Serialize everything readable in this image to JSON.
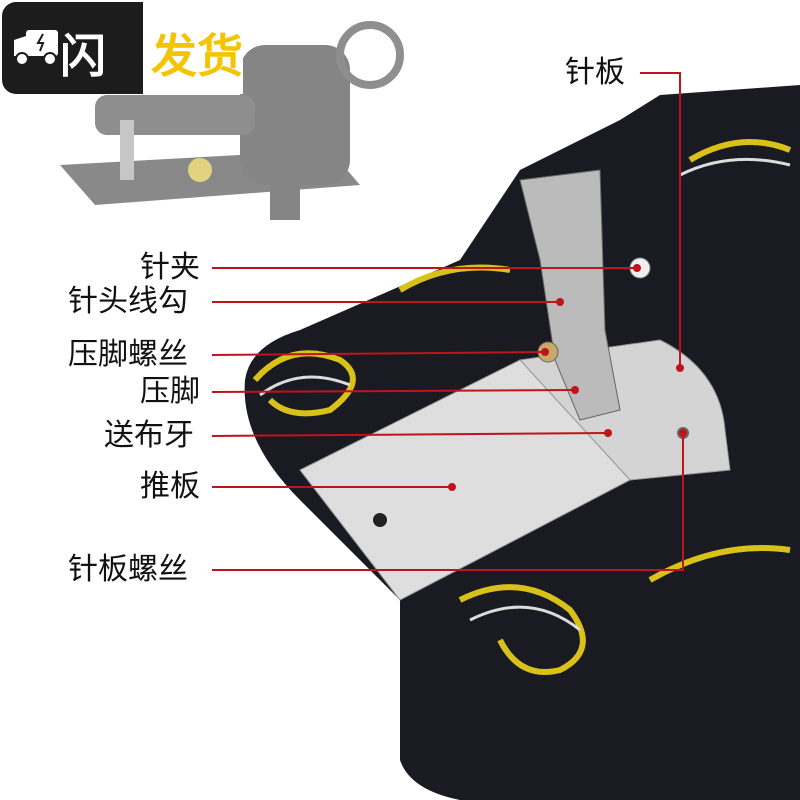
{
  "badge": {
    "part1": "闪电",
    "part2": "发货",
    "icon": "delivery-truck-icon",
    "accent": "#f5c400"
  },
  "labels": {
    "needle_plate": "针板",
    "needle_clamp": "针夹",
    "needle_thread_hook": "针头线勾",
    "presser_foot_screw": "压脚螺丝",
    "presser_foot": "压脚",
    "feed_dog": "送布牙",
    "slide_plate": "推板",
    "needle_plate_screw": "针板螺丝"
  },
  "colors": {
    "leader_line": "#c0141c",
    "table": "#1a1a22",
    "plate": "#d8d8d8",
    "gold": "#d8c21a"
  }
}
